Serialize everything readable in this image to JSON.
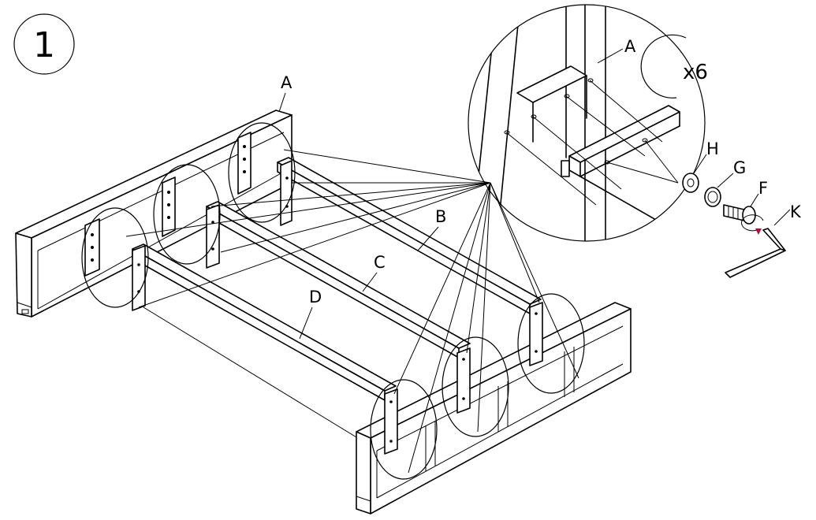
{
  "step_number": "1",
  "quantity": "x6",
  "labels": {
    "A_main": "A",
    "A_detail": "A",
    "B": "B",
    "C": "C",
    "D": "D",
    "F": "F",
    "G": "G",
    "H": "H",
    "K": "K"
  },
  "colors": {
    "line": "#000000",
    "arrow": "#b0103a"
  }
}
